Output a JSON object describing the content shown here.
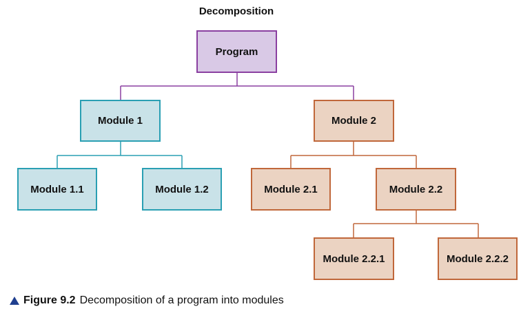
{
  "title": "Decomposition",
  "nodes": {
    "program": "Program",
    "module_1": "Module 1",
    "module_2": "Module 2",
    "module_1_1": "Module 1.1",
    "module_1_2": "Module 1.2",
    "module_2_1": "Module 2.1",
    "module_2_2": "Module 2.2",
    "module_2_2_1": "Module 2.2.1",
    "module_2_2_2": "Module 2.2.2"
  },
  "colors": {
    "root_fill": "#d9c9e6",
    "root_border": "#8a3fa0",
    "branch1_fill": "#c9e2e8",
    "branch1_border": "#2a9fb3",
    "branch2_fill": "#ebd3c2",
    "branch2_border": "#c0673a",
    "caption_marker": "#1f3f8f"
  },
  "caption": {
    "label": "Figure 9.2",
    "text": "Decomposition of a program into modules"
  }
}
